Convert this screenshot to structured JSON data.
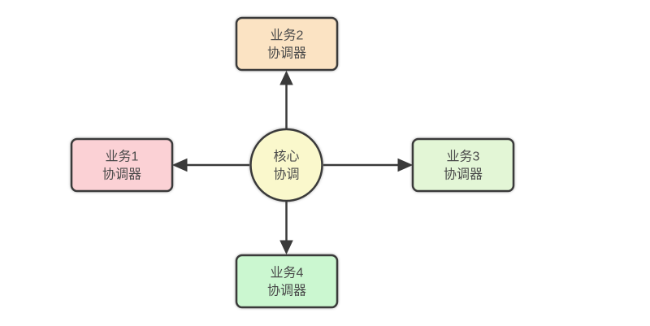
{
  "colors": {
    "background": "#FFFFFF",
    "border": "#3A3A3A",
    "text": "#4A4A4A",
    "arrow": "#3A3A3A"
  },
  "diagram": {
    "center": {
      "id": "core-coordinator",
      "line1": "核心",
      "line2": "协调",
      "fill": "#FAF8CC"
    },
    "nodes": [
      {
        "id": "business2-coordinator",
        "position": "top",
        "line1": "业务2",
        "line2": "协调器",
        "fill": "#FBE3C3"
      },
      {
        "id": "business1-coordinator",
        "position": "left",
        "line1": "业务1",
        "line2": "协调器",
        "fill": "#FBD1D5"
      },
      {
        "id": "business3-coordinator",
        "position": "right",
        "line1": "业务3",
        "line2": "协调器",
        "fill": "#E3F6D6"
      },
      {
        "id": "business4-coordinator",
        "position": "bottom",
        "line1": "业务4",
        "line2": "协调器",
        "fill": "#CBF7D0"
      }
    ],
    "arrows": [
      {
        "from": "core-coordinator",
        "to": "business2-coordinator",
        "direction": "up"
      },
      {
        "from": "core-coordinator",
        "to": "business1-coordinator",
        "direction": "left"
      },
      {
        "from": "core-coordinator",
        "to": "business3-coordinator",
        "direction": "right"
      },
      {
        "from": "core-coordinator",
        "to": "business4-coordinator",
        "direction": "down"
      }
    ]
  }
}
